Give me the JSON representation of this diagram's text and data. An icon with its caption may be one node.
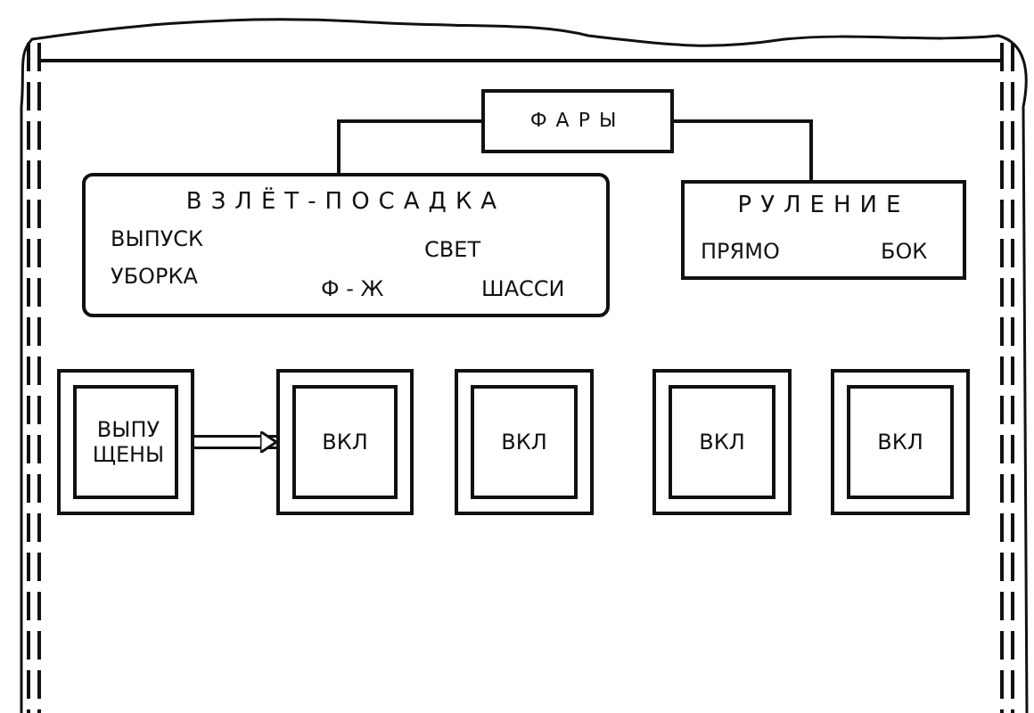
{
  "diagram": {
    "nodes": [
      {
        "text": [
          "ФАРЫ"
        ]
      },
      {
        "text": [
          "ВЗЛЁТ-ПОСАДКА",
          "ВЫПУСК",
          "УБОРКА",
          "СВЕТ",
          "Ф - Ж",
          "ШАССИ"
        ]
      },
      {
        "text": [
          "РУЛЕНИЕ",
          "ПРЯМО",
          "БОК"
        ]
      },
      {
        "text": [
          "ВЫПУ ЩЕНЫ"
        ]
      },
      {
        "text": [
          "ВКЛ"
        ]
      },
      {
        "text": [
          "ВКЛ"
        ]
      },
      {
        "text": [
          "ВКЛ"
        ]
      },
      {
        "text": [
          "ВКЛ"
        ]
      }
    ],
    "edges": [
      {
        "from": 0,
        "to": 1,
        "arrow": "none"
      },
      {
        "from": 0,
        "to": 2,
        "arrow": "none"
      },
      {
        "from": 3,
        "to": 4,
        "arrow": "to",
        "style": "thick"
      }
    ]
  }
}
